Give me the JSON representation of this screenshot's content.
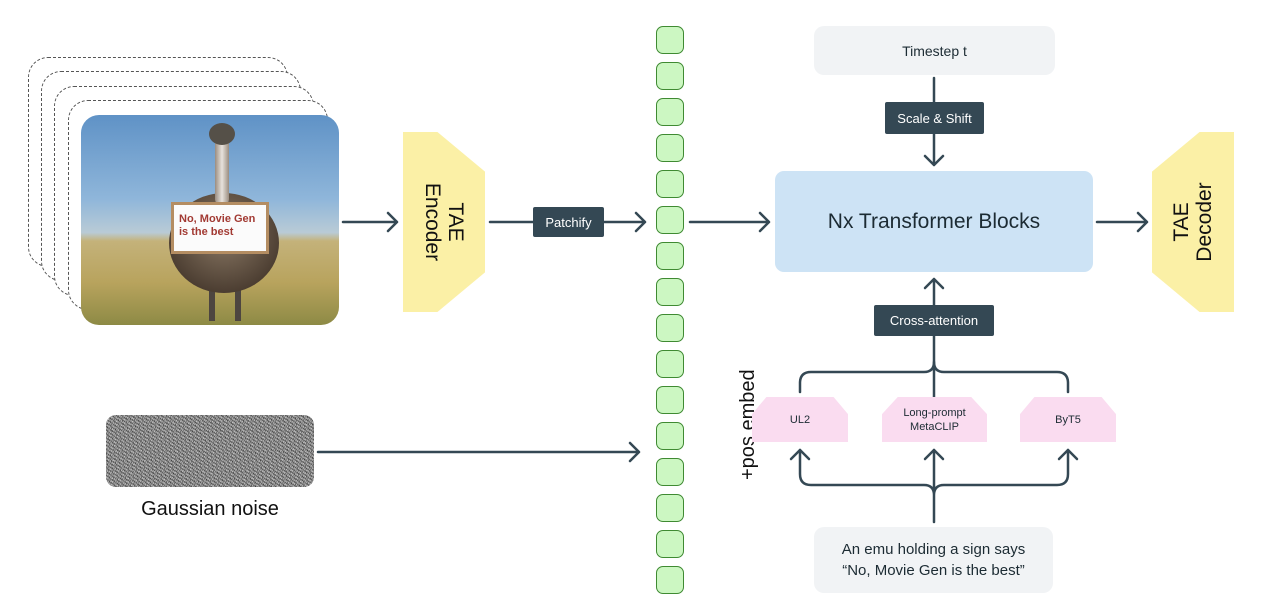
{
  "diagram": {
    "input_image": {
      "description": "emu holding a sign",
      "sign_text_line1": "No, Movie Gen",
      "sign_text_line2": "is the best",
      "stacked_frames": 4
    },
    "noise": {
      "label": "Gaussian noise"
    },
    "tae_encoder": {
      "label": "TAE Encoder",
      "line1": "TAE",
      "line2": "Encoder"
    },
    "tae_decoder": {
      "label": "TAE Decoder",
      "line1": "TAE",
      "line2": "Decoder"
    },
    "patchify": {
      "label": "Patchify"
    },
    "tokens": {
      "count": 16,
      "label": "+pos embed"
    },
    "timestep": {
      "label": "Timestep t"
    },
    "scale_shift": {
      "label": "Scale & Shift"
    },
    "transformer": {
      "label": "Nx Transformer Blocks"
    },
    "cross_attention": {
      "label": "Cross-attention"
    },
    "text_encoders": [
      {
        "label": "UL2"
      },
      {
        "label_line1": "Long-prompt",
        "label_line2": "MetaCLIP"
      },
      {
        "label": "ByT5"
      }
    ],
    "prompt": {
      "line1": "An emu holding a sign says",
      "line2": "“No, Movie Gen is the best”"
    },
    "colors": {
      "arrow": "#344854",
      "tae": "#fbf0a6",
      "token_fill": "#ccf7c2",
      "token_border": "#3f8a32",
      "transformer": "#cde3f5",
      "text_encoder": "#fadcf0",
      "label_box": "#344854",
      "light_box": "#f1f3f5"
    }
  }
}
